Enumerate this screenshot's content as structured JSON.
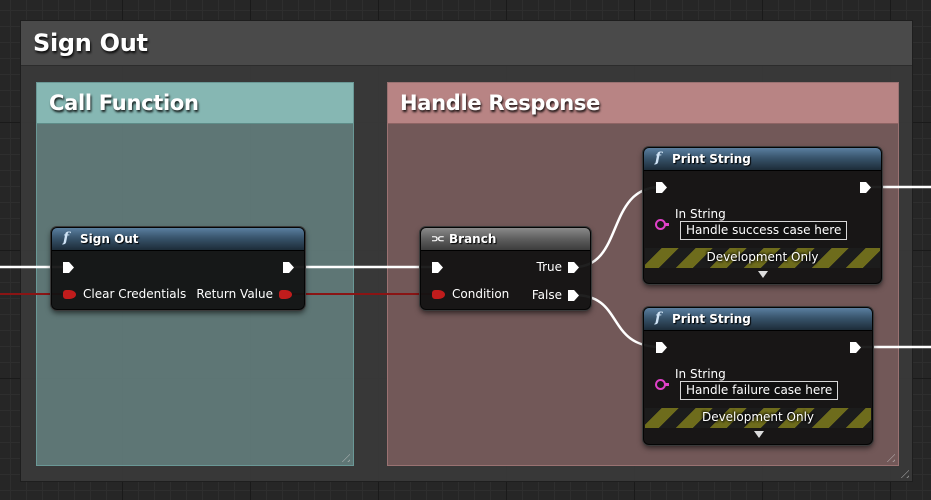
{
  "comments": {
    "outer_title": "Sign Out",
    "call_title": "Call Function",
    "handle_title": "Handle Response"
  },
  "nodes": {
    "sign_out": {
      "title": "Sign Out",
      "icon": "function-icon",
      "input_pin": "Clear Credentials",
      "output_pin": "Return Value"
    },
    "branch": {
      "title": "Branch",
      "icon": "branch-icon",
      "input_pin": "Condition",
      "true_pin": "True",
      "false_pin": "False"
    },
    "print_success": {
      "title": "Print String",
      "icon": "function-icon",
      "input_label": "In String",
      "input_value": "Handle success case here",
      "footer": "Development Only"
    },
    "print_failure": {
      "title": "Print String",
      "icon": "function-icon",
      "input_label": "In String",
      "input_value": "Handle failure case here",
      "footer": "Development Only"
    }
  },
  "colors": {
    "exec_wire": "#ffffff",
    "bool_wire": "#8a1414",
    "call_comment": "#86b7b3",
    "handle_comment": "#b88484"
  }
}
